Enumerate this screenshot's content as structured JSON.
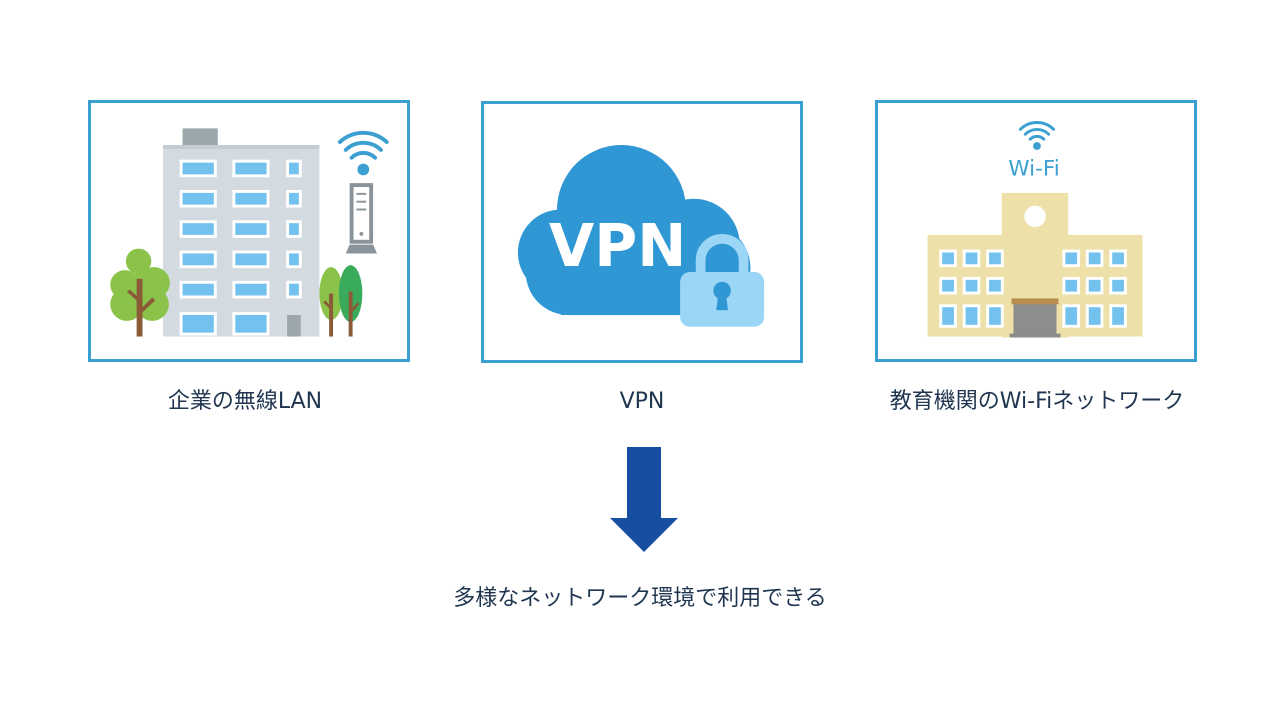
{
  "panels": [
    {
      "caption": "企業の無線LAN",
      "icon": "office-building-wifi-router"
    },
    {
      "caption": "VPN",
      "icon": "vpn-cloud-lock",
      "cloud_text": "VPN"
    },
    {
      "caption": "教育機関のWi-Fiネットワーク",
      "icon": "school-building-wifi",
      "wifi_text": "Wi-Fi"
    }
  ],
  "arrow": {
    "icon": "down-arrow",
    "color": "#174ea1"
  },
  "conclusion": "多様なネットワーク環境で利用できる",
  "colors": {
    "frame": "#3b9fd1",
    "text": "#1f3550",
    "cloud": "#2e97d4",
    "lock": "#9bd6f7",
    "school_wall": "#ede0a8",
    "office_wall": "#d3dbe1",
    "window": "#72c1ee",
    "tree_green": "#8bc34a"
  }
}
